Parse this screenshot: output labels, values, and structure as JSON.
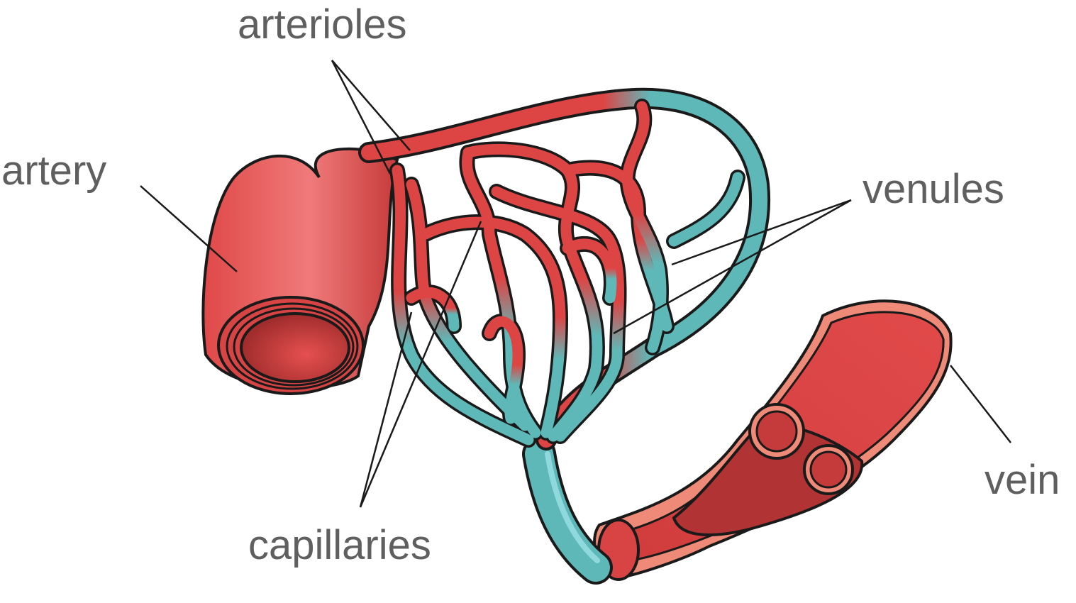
{
  "labels": {
    "arterioles": "arterioles",
    "artery": "artery",
    "venules": "venules",
    "capillaries": "capillaries",
    "vein": "vein"
  },
  "colors": {
    "label_text": "#5f5f5f",
    "leader_line": "#1a1a1a",
    "arterial_red": "#e04848",
    "arterial_dark": "#a8302f",
    "arterial_light": "#f07878",
    "venous_teal": "#5fb8b8",
    "venous_light": "#8fd8dc",
    "vein_wall": "#f08a78",
    "outline": "#1a1a1a"
  }
}
